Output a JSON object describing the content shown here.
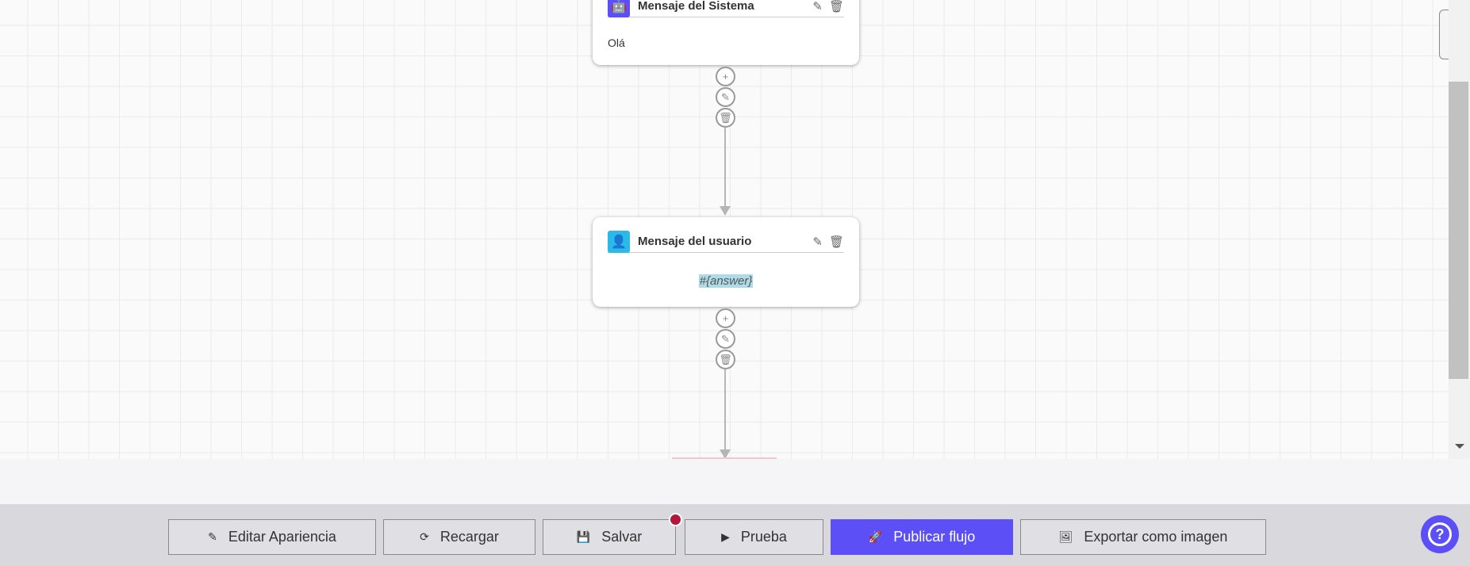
{
  "nodes": [
    {
      "title": "Mensaje del Sistema",
      "body": "Olá",
      "icon": "robot-icon",
      "color": "#5b4ff5"
    },
    {
      "title": "Mensaje del usuario",
      "body": "#{answer}",
      "icon": "user-icon",
      "color": "#2bb9e8"
    }
  ],
  "toolbar": {
    "edit_appearance": "Editar Apariencia",
    "reload": "Recargar",
    "save": "Salvar",
    "test": "Prueba",
    "publish": "Publicar flujo",
    "export": "Exportar como imagen"
  },
  "colors": {
    "accent": "#5b4ff5",
    "unsaved_dot": "#b5173a"
  },
  "help_icon": "?"
}
